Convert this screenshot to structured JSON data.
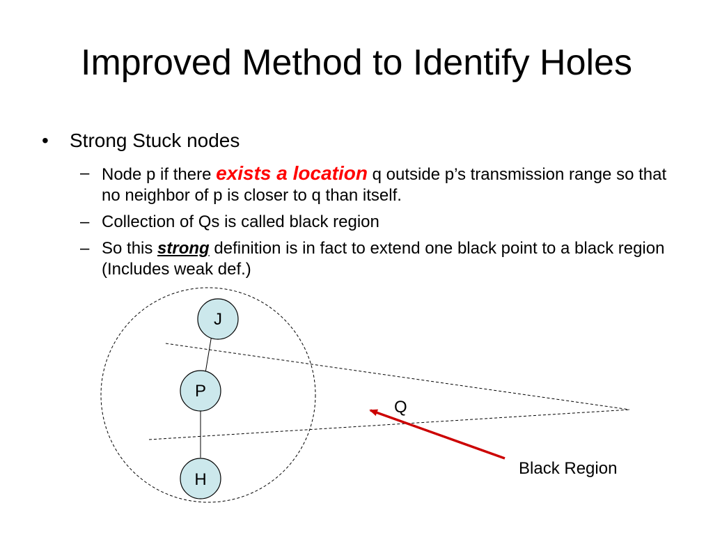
{
  "slide": {
    "title": "Improved Method to Identify Holes",
    "bullet": {
      "mark": "•",
      "text": "Strong Stuck nodes"
    },
    "subbullets": [
      {
        "dash": "–",
        "pre": "Node p if there ",
        "emphasis": "exists a location",
        "post": " q outside p’s transmission range so that no neighbor of p is closer to q than itself."
      },
      {
        "dash": "–",
        "text": "Collection of Qs is called black region"
      },
      {
        "dash": "–",
        "pre": "So this ",
        "strong": "strong",
        "post": " definition is in fact to extend one black point to a black region (Includes weak def.)"
      }
    ]
  },
  "diagram": {
    "nodes": {
      "j": "J",
      "p": "P",
      "h": "H"
    },
    "q_label": "Q",
    "region_label": "Black Region",
    "colors": {
      "node_fill": "#cce8ec",
      "arrow": "#cc0000",
      "text_emphasis": "#ff0000"
    }
  }
}
